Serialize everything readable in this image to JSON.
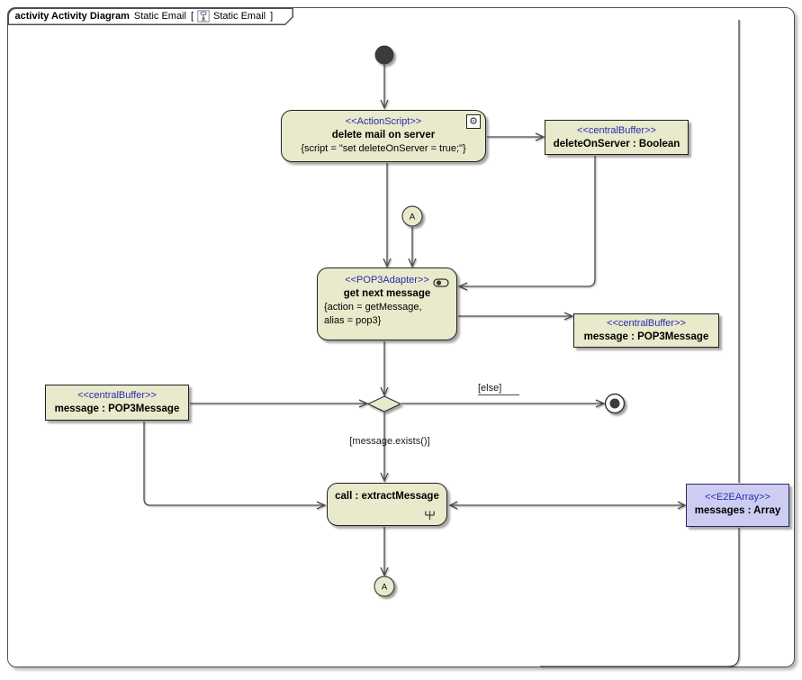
{
  "tab": {
    "keyword": "activity Activity Diagram",
    "diagram_name": "Static Email",
    "bracket_open": "[",
    "ref_name": "Static Email",
    "bracket_close": "]"
  },
  "icons": {
    "gear": "⚙"
  },
  "nodes": {
    "action_delete_mail": {
      "stereotype": "<<ActionScript>>",
      "name": "delete mail on server",
      "body": "{script = \"set deleteOnServer = true;\"}"
    },
    "buffer_delete_on_server": {
      "stereotype": "<<centralBuffer>>",
      "name": "deleteOnServer : Boolean"
    },
    "connector_a_top": {
      "label": "A"
    },
    "action_get_next_message": {
      "stereotype": "<<POP3Adapter>>",
      "name": "get next message",
      "body_line1": "{action = getMessage,",
      "body_line2": "alias = pop3}"
    },
    "buffer_message_right": {
      "stereotype": "<<centralBuffer>>",
      "name": "message : POP3Message"
    },
    "buffer_message_left": {
      "stereotype": "<<centralBuffer>>",
      "name": "message : POP3Message"
    },
    "action_extract_message": {
      "name": "call : extractMessage"
    },
    "array_messages": {
      "stereotype": "<<E2EArray>>",
      "name": "messages : Array"
    },
    "connector_a_bottom": {
      "label": "A"
    }
  },
  "edge_labels": {
    "else_guard": "[else]",
    "exists_guard": "[message.exists()]"
  },
  "colors": {
    "node_fill": "#e9e9cb",
    "array_node_fill": "#cdcdf2",
    "stereotype_text": "#2a2ab0",
    "edge_line": "#4a4a4a"
  }
}
